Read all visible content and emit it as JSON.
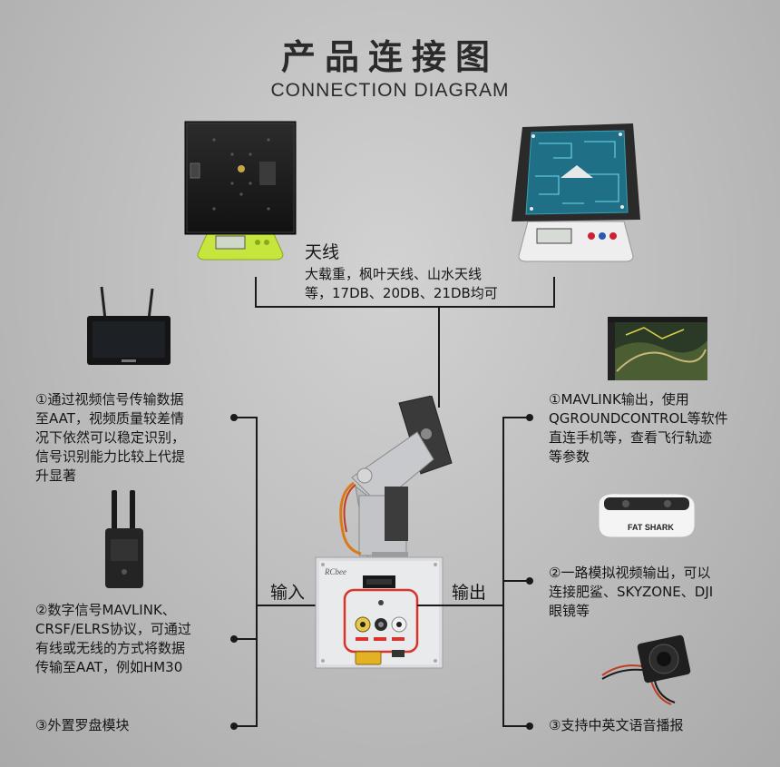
{
  "title": {
    "cn": "产品连接图",
    "en": "CONNECTION DIAGRAM"
  },
  "antenna": {
    "label": "天线",
    "desc_line1": "大载重，枫叶天线、山水天线",
    "desc_line2": "等，17DB、20DB、21DB均可"
  },
  "center": {
    "input_label": "输入",
    "output_label": "输出",
    "brand": "RCbee"
  },
  "left": [
    {
      "lines": [
        "①通过视频信号传输数据",
        "至AAT，视频质量较差情",
        "况下依然可以稳定识别，",
        "信号识别能力比较上代提",
        "升显著"
      ]
    },
    {
      "lines": [
        "②数字信号MAVLINK、",
        "CRSF/ELRS协议，可通过",
        "有线或无线的方式将数据",
        "传输至AAT，例如HM30"
      ]
    },
    {
      "lines": [
        "③外置罗盘模块"
      ]
    }
  ],
  "right": [
    {
      "lines": [
        "①MAVLINK输出，使用",
        "QGROUNDCONTROL等软件",
        "直连手机等，查看飞行轨迹",
        "等参数"
      ]
    },
    {
      "lines": [
        "②一路模拟视频输出，可以",
        "连接肥鲨、SKYZONE、DJI",
        "眼镜等"
      ]
    },
    {
      "lines": [
        "③支持中英文语音播报"
      ]
    }
  ],
  "goggles_brand": "FAT SHARK",
  "colors": {
    "line": "#1a1a1a",
    "highlight": "#d9342b",
    "panel_blue": "#1f6f86",
    "scale_green": "#b6dc33"
  }
}
